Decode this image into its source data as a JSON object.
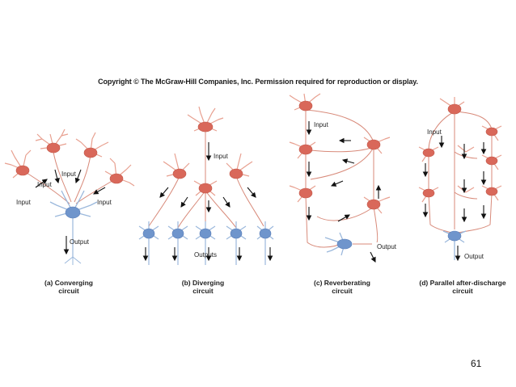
{
  "copyright": "Copyright © The McGraw-Hill Companies, Inc. Permission required for reproduction or display.",
  "page_number": "61",
  "colors": {
    "red_neuron": "#e8a090",
    "red_stroke": "#c2584a",
    "red_soma": "#d9685a",
    "blue_neuron": "#9bb8dc",
    "blue_stroke": "#5a7eb8",
    "blue_soma": "#6f95cc",
    "axon": "#d88a7a",
    "arrow": "#111111"
  },
  "panels": {
    "converging": {
      "caption_line1": "(a) Converging",
      "caption_line2": "circuit",
      "labels": {
        "input1": "Input",
        "input2": "Input",
        "input3": "Input",
        "input4": "Input",
        "output": "Output"
      }
    },
    "diverging": {
      "caption_line1": "(b) Diverging",
      "caption_line2": "circuit",
      "labels": {
        "input": "Input",
        "outputs": "Outputs"
      }
    },
    "reverberating": {
      "caption_line1": "(c) Reverberating",
      "caption_line2": "circuit",
      "labels": {
        "input": "Input",
        "output": "Output"
      }
    },
    "parallel": {
      "caption_line1": "(d) Parallel after-discharge",
      "caption_line2": "circuit",
      "labels": {
        "input": "Input",
        "output": "Output"
      }
    }
  }
}
